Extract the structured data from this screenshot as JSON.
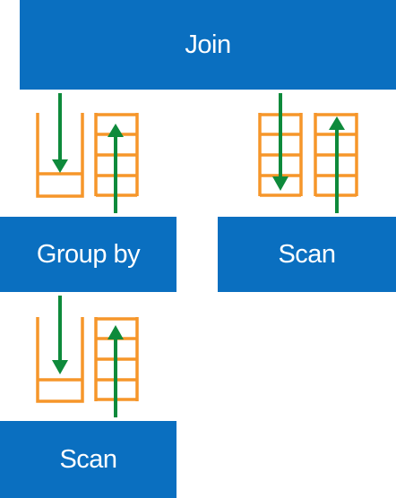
{
  "colors": {
    "node_fill": "#0a6fc0",
    "node_text": "#ffffff",
    "buffer_stroke": "#f6962a",
    "arrow": "#0e8a3b"
  },
  "nodes": {
    "join": "Join",
    "group_by": "Group by",
    "scan_right": "Scan",
    "scan_bottom": "Scan"
  },
  "icons": {
    "queue": "queue-icon",
    "buffer": "buffer-icon",
    "arrow_down": "arrow-down-icon",
    "arrow_up": "arrow-up-icon"
  }
}
